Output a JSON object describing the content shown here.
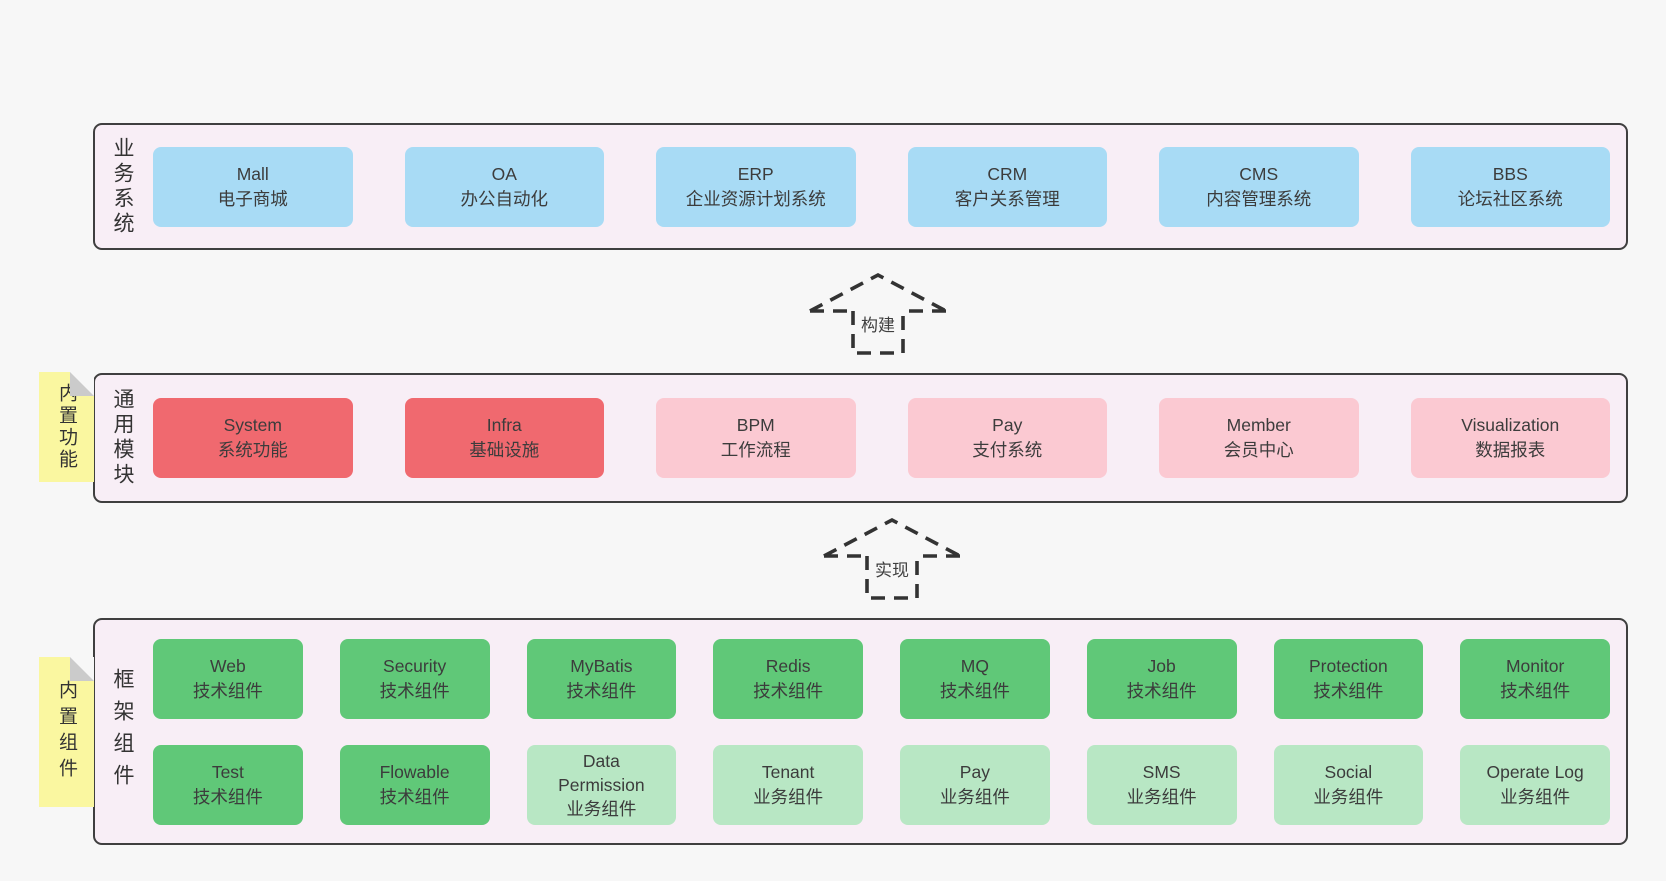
{
  "palette": {
    "page_bg": "#f7f7f7",
    "layer_bg": "#f8eef6",
    "layer_border": "#3f3f3f",
    "business_box_blue": "#a8dbf5",
    "core_module_red": "#f0696f",
    "module_pink": "#fbc9d2",
    "tech_component_green": "#60c878",
    "biz_component_lightgreen": "#b8e7c4",
    "sticky_yellow": "#faf7a0",
    "sticky_fold_gray": "#cbcbcb",
    "text": "#3c3c3c"
  },
  "arrows": [
    {
      "label": "构建"
    },
    {
      "label": "实现"
    }
  ],
  "layers": [
    {
      "label": "业务系统",
      "boxes": [
        {
          "title": "Mall",
          "subtitle": "电子商城",
          "color": "blue"
        },
        {
          "title": "OA",
          "subtitle": "办公自动化",
          "color": "blue"
        },
        {
          "title": "ERP",
          "subtitle": "企业资源计划系统",
          "color": "blue"
        },
        {
          "title": "CRM",
          "subtitle": "客户关系管理",
          "color": "blue"
        },
        {
          "title": "CMS",
          "subtitle": "内容管理系统",
          "color": "blue"
        },
        {
          "title": "BBS",
          "subtitle": "论坛社区系统",
          "color": "blue"
        }
      ]
    },
    {
      "label": "通用模块",
      "sticky": "内置功能",
      "boxes": [
        {
          "title": "System",
          "subtitle": "系统功能",
          "color": "red"
        },
        {
          "title": "Infra",
          "subtitle": "基础设施",
          "color": "red"
        },
        {
          "title": "BPM",
          "subtitle": "工作流程",
          "color": "pink"
        },
        {
          "title": "Pay",
          "subtitle": "支付系统",
          "color": "pink"
        },
        {
          "title": "Member",
          "subtitle": "会员中心",
          "color": "pink"
        },
        {
          "title": "Visualization",
          "subtitle": "数据报表",
          "color": "pink"
        }
      ]
    },
    {
      "label": "框架组件",
      "sticky": "内置组件",
      "boxes": [
        {
          "title": "Web",
          "subtitle": "技术组件",
          "color": "green"
        },
        {
          "title": "Security",
          "subtitle": "技术组件",
          "color": "green"
        },
        {
          "title": "MyBatis",
          "subtitle": "技术组件",
          "color": "green"
        },
        {
          "title": "Redis",
          "subtitle": "技术组件",
          "color": "green"
        },
        {
          "title": "MQ",
          "subtitle": "技术组件",
          "color": "green"
        },
        {
          "title": "Job",
          "subtitle": "技术组件",
          "color": "green"
        },
        {
          "title": "Protection",
          "subtitle": "技术组件",
          "color": "green"
        },
        {
          "title": "Monitor",
          "subtitle": "技术组件",
          "color": "green"
        },
        {
          "title": "Test",
          "subtitle": "技术组件",
          "color": "green"
        },
        {
          "title": "Flowable",
          "subtitle": "技术组件",
          "color": "green"
        },
        {
          "title": "Data Permission",
          "subtitle": "业务组件",
          "color": "lightgreen"
        },
        {
          "title": "Tenant",
          "subtitle": "业务组件",
          "color": "lightgreen"
        },
        {
          "title": "Pay",
          "subtitle": "业务组件",
          "color": "lightgreen"
        },
        {
          "title": "SMS",
          "subtitle": "业务组件",
          "color": "lightgreen"
        },
        {
          "title": "Social",
          "subtitle": "业务组件",
          "color": "lightgreen"
        },
        {
          "title": "Operate Log",
          "subtitle": "业务组件",
          "color": "lightgreen"
        }
      ]
    }
  ]
}
